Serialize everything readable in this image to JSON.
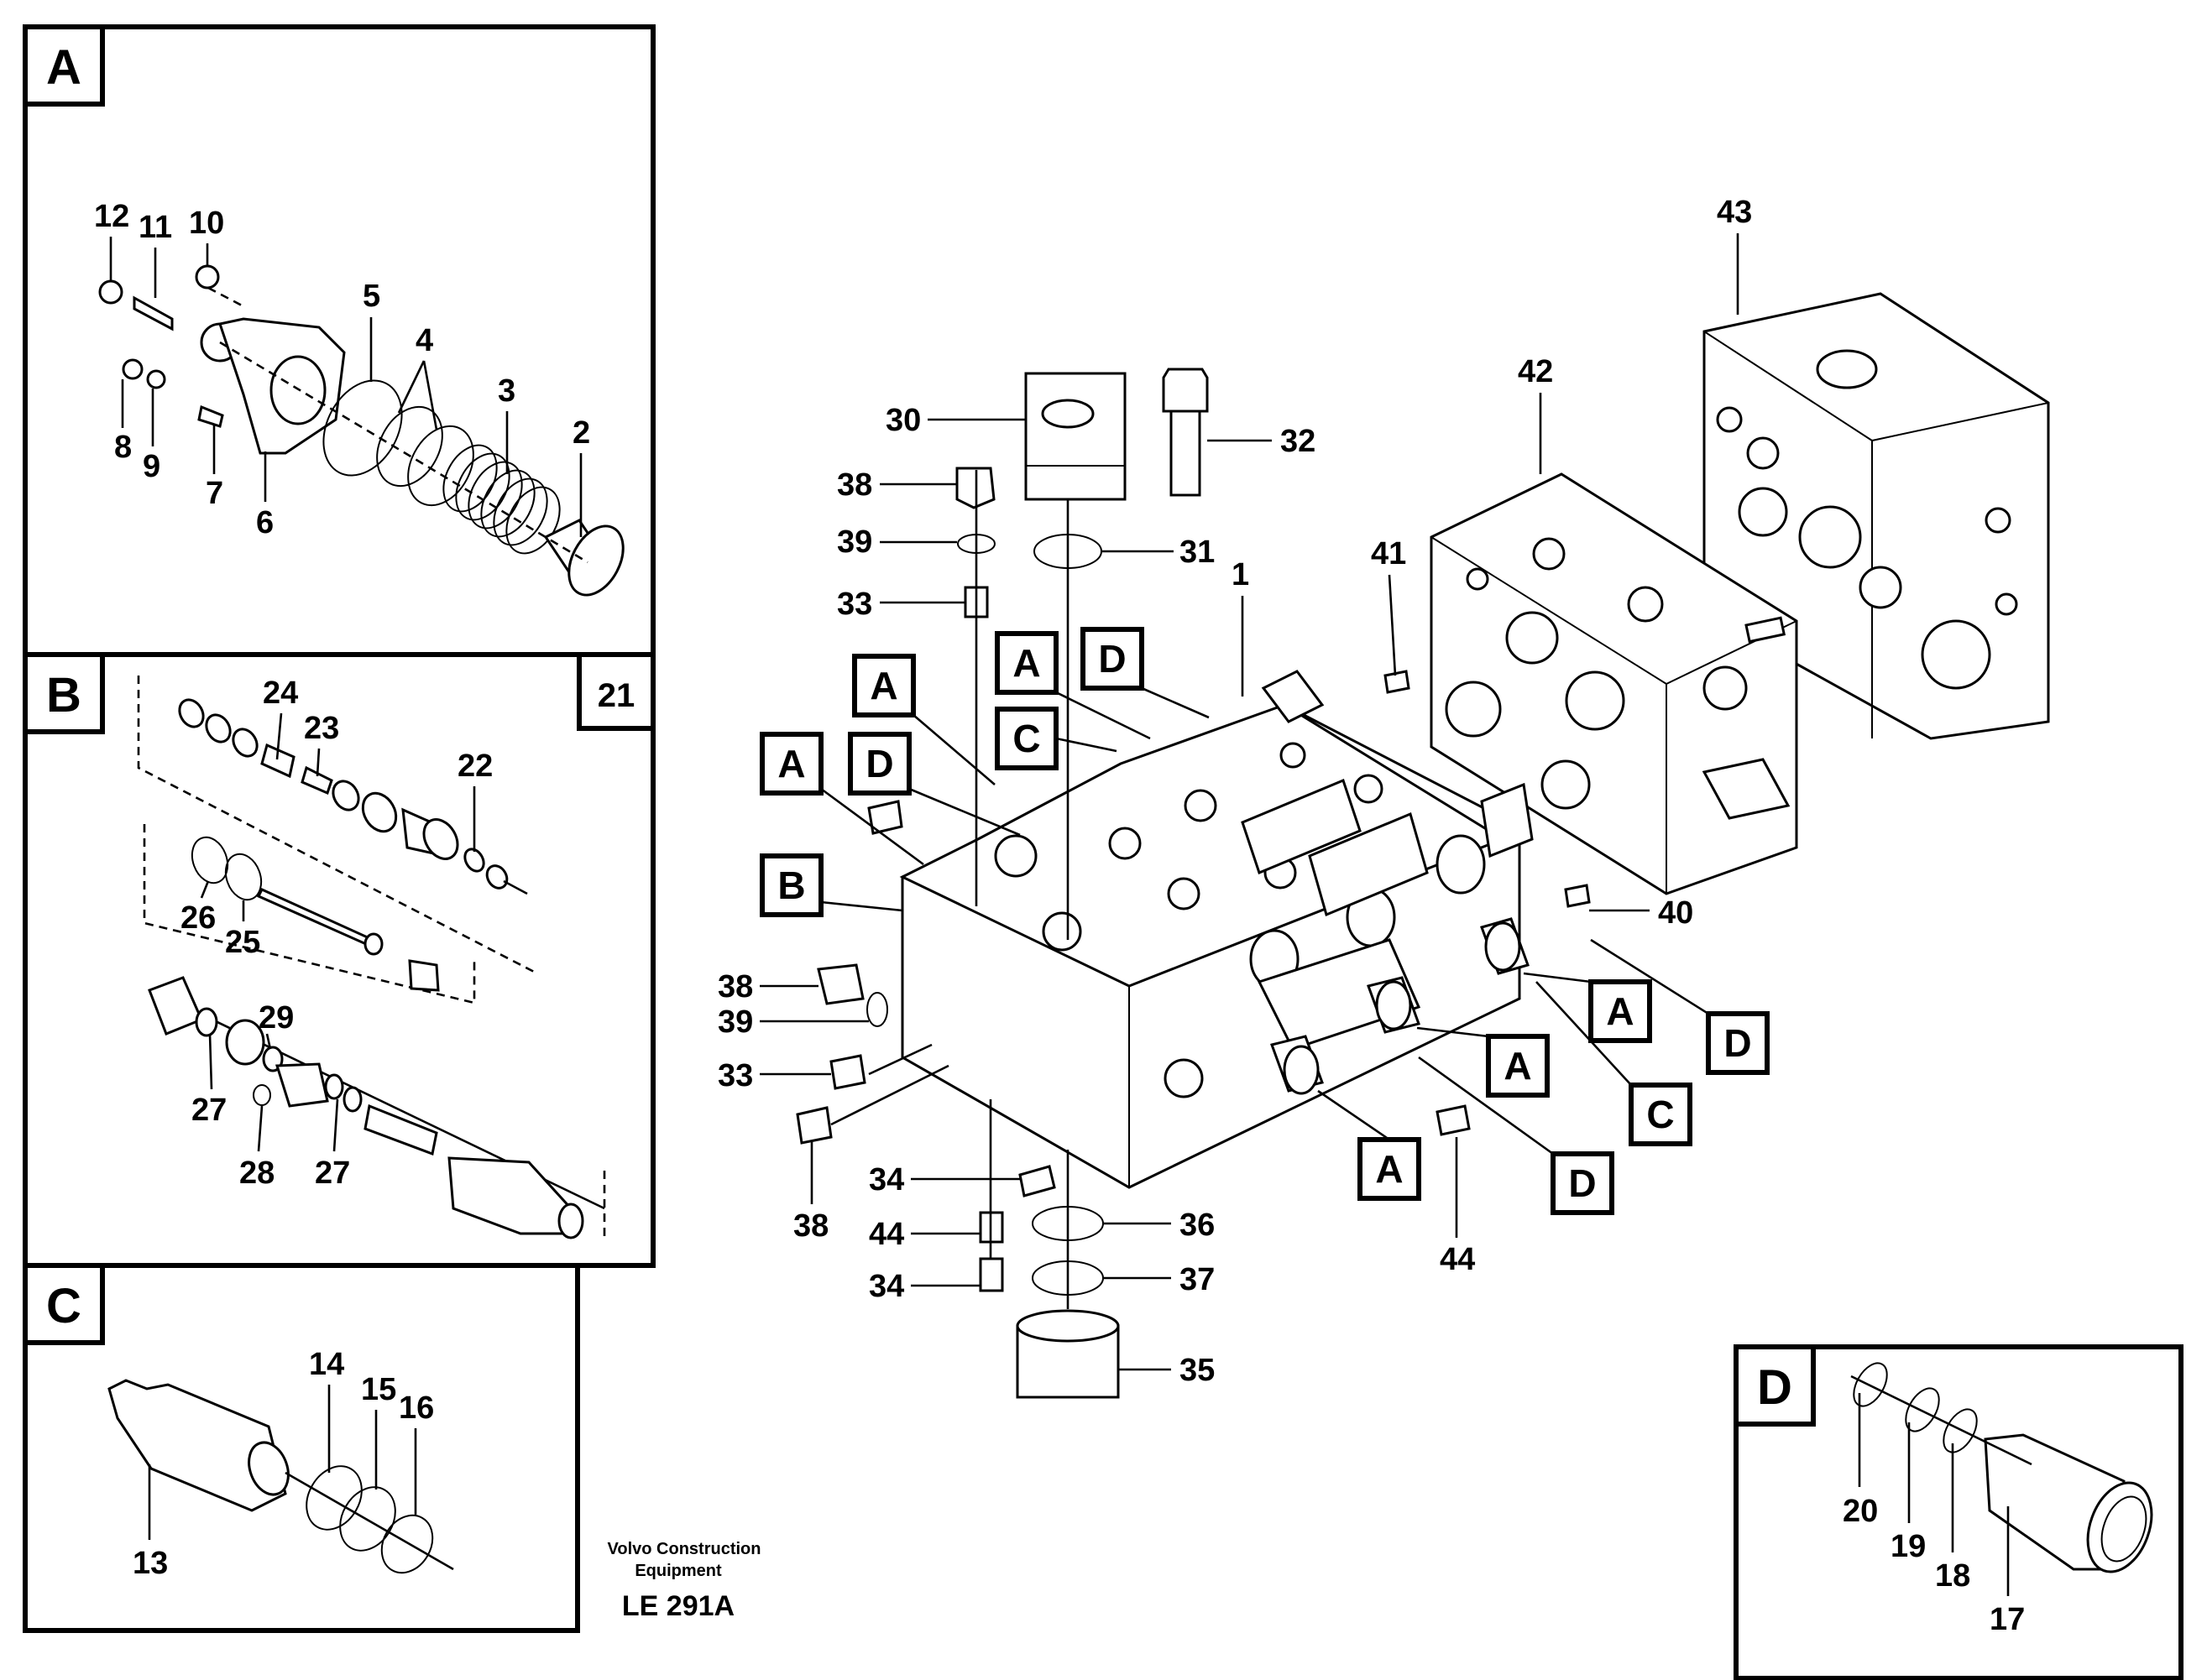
{
  "detail_panels": {
    "a": {
      "letter": "A"
    },
    "b": {
      "letter": "B",
      "corner_label": "21"
    },
    "c": {
      "letter": "C"
    },
    "d": {
      "letter": "D"
    }
  },
  "part_numbers": {
    "p1": "1",
    "p2": "2",
    "p3": "3",
    "p4": "4",
    "p5": "5",
    "p6": "6",
    "p7": "7",
    "p8": "8",
    "p9": "9",
    "p10": "10",
    "p11": "11",
    "p12": "12",
    "p13": "13",
    "p14": "14",
    "p15": "15",
    "p16": "16",
    "p17": "17",
    "p18": "18",
    "p19": "19",
    "p20": "20",
    "p22": "22",
    "p23": "23",
    "p24": "24",
    "p25": "25",
    "p26": "26",
    "p27": "27",
    "p28": "28",
    "p29": "29",
    "p30": "30",
    "p31": "31",
    "p32": "32",
    "p33": "33",
    "p34": "34",
    "p35": "35",
    "p36": "36",
    "p37": "37",
    "p38": "38",
    "p39": "39",
    "p40": "40",
    "p41": "41",
    "p42": "42",
    "p43": "43",
    "p44": "44"
  },
  "callout_tags": {
    "a": "A",
    "b": "B",
    "c": "C",
    "d": "D"
  },
  "footer": {
    "brand_line1": "Volvo Construction",
    "brand_line2": "Equipment",
    "code": "LE 291A"
  }
}
